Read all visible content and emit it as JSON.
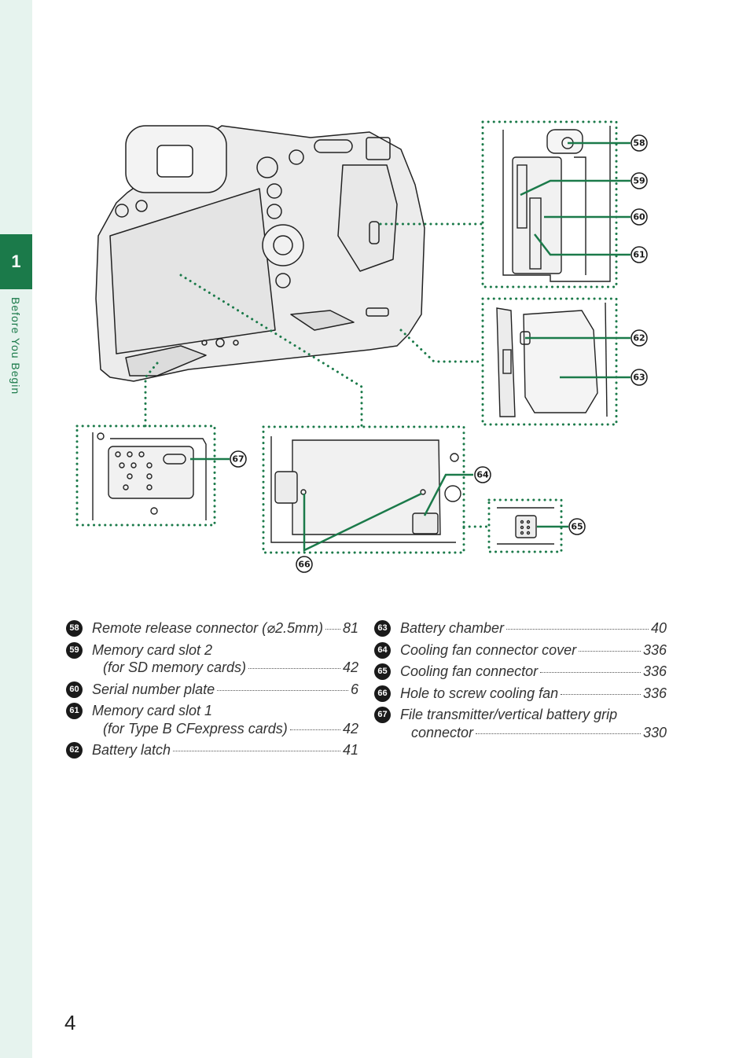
{
  "sidebar": {
    "chapter_number": "1",
    "chapter_title": "Before You Begin"
  },
  "page_number": "4",
  "colors": {
    "accent": "#1b7a4a",
    "sidebar_bg": "#e6f3ee",
    "callout_line": "#1b7a4a"
  },
  "callouts": [
    "58",
    "59",
    "60",
    "61",
    "62",
    "63",
    "64",
    "65",
    "66",
    "67"
  ],
  "legend": {
    "col1": [
      {
        "num": "58",
        "lines": [
          {
            "text": "Remote release connector (⌀2.5mm)",
            "page": "81"
          }
        ]
      },
      {
        "num": "59",
        "lines": [
          {
            "text": "Memory card slot 2",
            "page": ""
          },
          {
            "text": "(for SD memory cards)",
            "page": "42",
            "indent": true
          }
        ]
      },
      {
        "num": "60",
        "lines": [
          {
            "text": "Serial number plate",
            "page": "6"
          }
        ]
      },
      {
        "num": "61",
        "lines": [
          {
            "text": "Memory card slot 1",
            "page": ""
          },
          {
            "text": "(for Type B CFexpress cards)",
            "page": "42",
            "indent": true
          }
        ]
      },
      {
        "num": "62",
        "lines": [
          {
            "text": "Battery latch",
            "page": "41"
          }
        ]
      }
    ],
    "col2": [
      {
        "num": "63",
        "lines": [
          {
            "text": "Battery chamber",
            "page": "40"
          }
        ]
      },
      {
        "num": "64",
        "lines": [
          {
            "text": "Cooling fan connector cover",
            "page": "336"
          }
        ]
      },
      {
        "num": "65",
        "lines": [
          {
            "text": "Cooling fan connector",
            "page": "336"
          }
        ]
      },
      {
        "num": "66",
        "lines": [
          {
            "text": "Hole to screw cooling fan",
            "page": "336"
          }
        ]
      },
      {
        "num": "67",
        "lines": [
          {
            "text": "File transmitter/vertical battery grip",
            "page": ""
          },
          {
            "text": "connector",
            "page": "330",
            "indent": true
          }
        ]
      }
    ]
  }
}
